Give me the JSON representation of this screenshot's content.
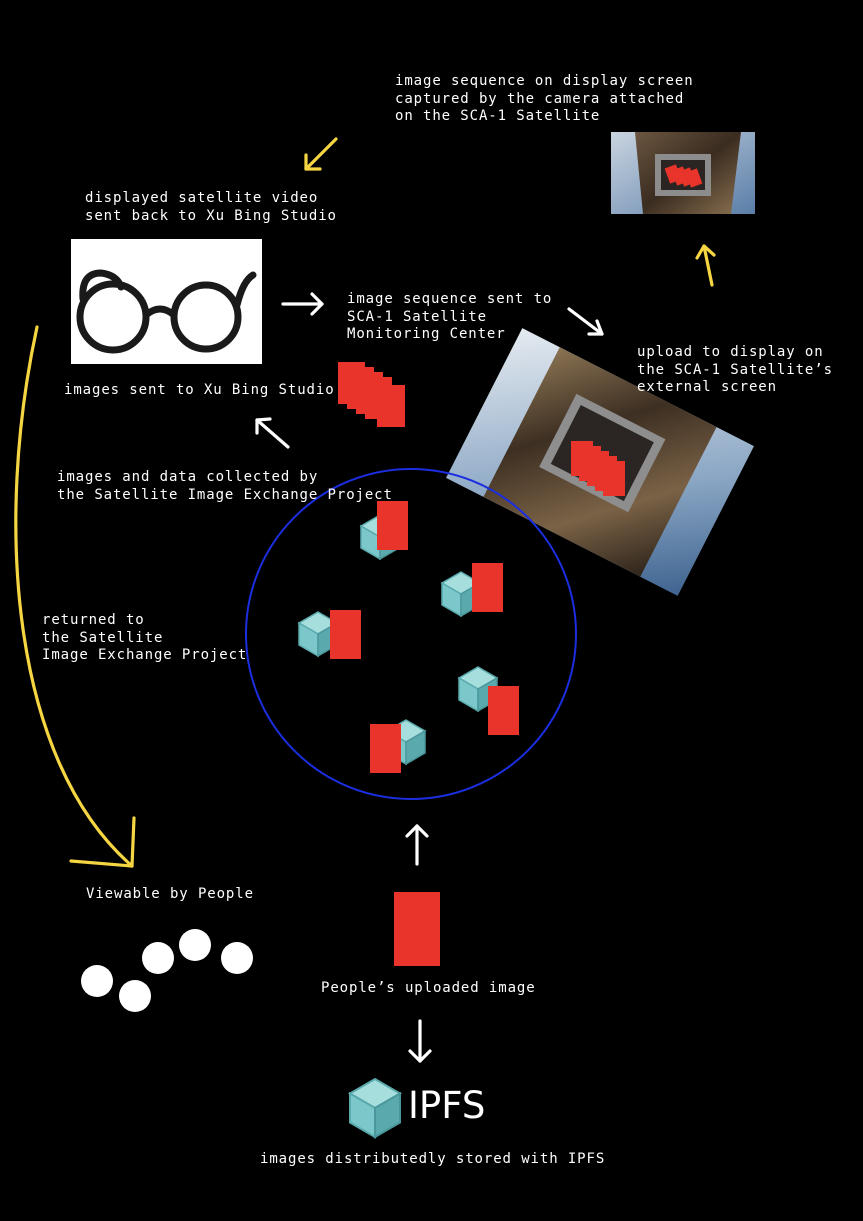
{
  "labels": {
    "camera_capture": "image sequence on display screen\ncaptured by the camera attached\non the SCA-1 Satellite",
    "video_sent_back": "displayed satellite video\nsent back to Xu Bing Studio",
    "sent_to_monitoring": "image sequence sent to\nSCA-1 Satellite\nMonitoring Center",
    "upload_display": "upload to display on\nthe SCA-1 Satellite’s\nexternal screen",
    "images_to_studio": "images sent to Xu Bing Studio",
    "collected": "images and data collected by\nthe Satellite Image Exchange Project",
    "returned": "returned to\nthe Satellite\nImage Exchange Project",
    "viewable": "Viewable by People",
    "uploaded": "People’s uploaded image",
    "stored": "images distributedly stored with IPFS"
  },
  "ipfs_logo_text": "IPFS",
  "icons": {
    "glasses": "glasses-icon",
    "ipfs": "ipfs-cube-icon",
    "node": "ipfs-cube-icon"
  },
  "colors": {
    "background": "#000000",
    "text": "#ffffff",
    "image_card": "#e8342a",
    "circle": "#1b2ee0",
    "yellow_arrow": "#f5d642",
    "cube_light": "#a6dede",
    "cube_mid": "#7cc7c9",
    "cube_dark": "#5aa9ad"
  }
}
